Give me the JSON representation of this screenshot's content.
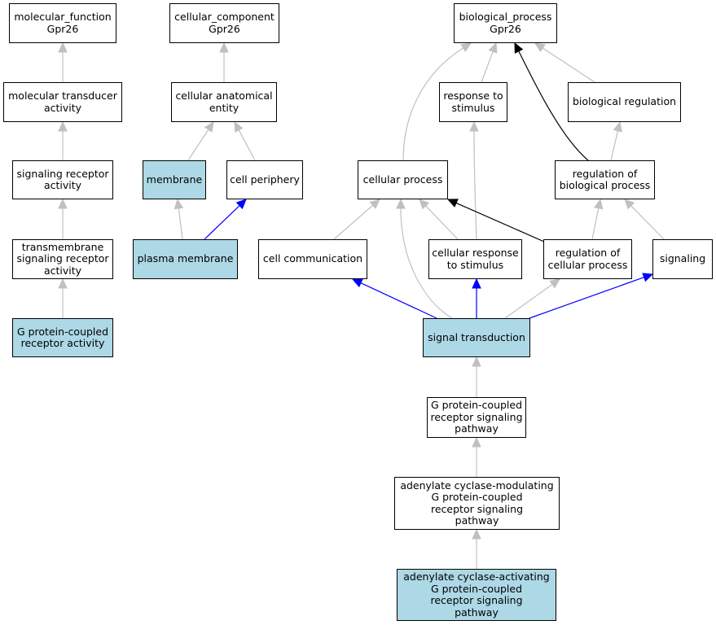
{
  "colors": {
    "highlight_fill": "#add8e6",
    "edge_default": "#c0c0c0",
    "edge_black": "#000000",
    "edge_blue": "#0000ff"
  },
  "nodes": {
    "mf_root": {
      "label": "molecular_function\nGpr26",
      "highlighted": false
    },
    "mol_transducer": {
      "label": "molecular transducer\nactivity",
      "highlighted": false
    },
    "sig_receptor": {
      "label": "signaling receptor\nactivity",
      "highlighted": false
    },
    "tm_sig_receptor": {
      "label": "transmembrane\nsignaling receptor\nactivity",
      "highlighted": false
    },
    "gpcr_activity": {
      "label": "G protein-coupled\nreceptor activity",
      "highlighted": true
    },
    "cc_root": {
      "label": "cellular_component\nGpr26",
      "highlighted": false
    },
    "cell_anat": {
      "label": "cellular anatomical\nentity",
      "highlighted": false
    },
    "membrane": {
      "label": "membrane",
      "highlighted": true
    },
    "cell_periphery": {
      "label": "cell periphery",
      "highlighted": false
    },
    "plasma_membrane": {
      "label": "plasma membrane",
      "highlighted": true
    },
    "bp_root": {
      "label": "biological_process\nGpr26",
      "highlighted": false
    },
    "resp_stimulus": {
      "label": "response to\nstimulus",
      "highlighted": false
    },
    "bio_reg": {
      "label": "biological regulation",
      "highlighted": false
    },
    "cell_process": {
      "label": "cellular process",
      "highlighted": false
    },
    "reg_bio": {
      "label": "regulation of\nbiological process",
      "highlighted": false
    },
    "cell_comm": {
      "label": "cell communication",
      "highlighted": false
    },
    "cell_resp": {
      "label": "cellular response\nto stimulus",
      "highlighted": false
    },
    "reg_cell": {
      "label": "regulation of\ncellular process",
      "highlighted": false
    },
    "signaling": {
      "label": "signaling",
      "highlighted": false
    },
    "sig_trans": {
      "label": "signal transduction",
      "highlighted": true
    },
    "gpcr_path": {
      "label": "G protein-coupled\nreceptor signaling\npathway",
      "highlighted": false
    },
    "ac_mod": {
      "label": "adenylate cyclase-modulating\nG protein-coupled\nreceptor signaling\npathway",
      "highlighted": false
    },
    "ac_act": {
      "label": "adenylate cyclase-activating\nG protein-coupled\nreceptor signaling\npathway",
      "highlighted": true
    }
  },
  "edges": [
    {
      "from": "mol_transducer",
      "to": "mf_root",
      "color": "gray"
    },
    {
      "from": "sig_receptor",
      "to": "mol_transducer",
      "color": "gray"
    },
    {
      "from": "tm_sig_receptor",
      "to": "sig_receptor",
      "color": "gray"
    },
    {
      "from": "gpcr_activity",
      "to": "tm_sig_receptor",
      "color": "gray"
    },
    {
      "from": "cell_anat",
      "to": "cc_root",
      "color": "gray"
    },
    {
      "from": "membrane",
      "to": "cell_anat",
      "color": "gray"
    },
    {
      "from": "cell_periphery",
      "to": "cell_anat",
      "color": "gray"
    },
    {
      "from": "plasma_membrane",
      "to": "membrane",
      "color": "gray"
    },
    {
      "from": "plasma_membrane",
      "to": "cell_periphery",
      "color": "blue"
    },
    {
      "from": "resp_stimulus",
      "to": "bp_root",
      "color": "gray"
    },
    {
      "from": "bio_reg",
      "to": "bp_root",
      "color": "gray"
    },
    {
      "from": "cell_process",
      "to": "bp_root",
      "color": "gray"
    },
    {
      "from": "reg_bio",
      "to": "bp_root",
      "color": "black"
    },
    {
      "from": "reg_bio",
      "to": "bio_reg",
      "color": "gray"
    },
    {
      "from": "cell_comm",
      "to": "cell_process",
      "color": "gray"
    },
    {
      "from": "cell_resp",
      "to": "cell_process",
      "color": "gray"
    },
    {
      "from": "cell_resp",
      "to": "resp_stimulus",
      "color": "gray"
    },
    {
      "from": "reg_cell",
      "to": "cell_process",
      "color": "black"
    },
    {
      "from": "reg_cell",
      "to": "reg_bio",
      "color": "gray"
    },
    {
      "from": "signaling",
      "to": "reg_bio",
      "color": "gray"
    },
    {
      "from": "sig_trans",
      "to": "cell_comm",
      "color": "blue"
    },
    {
      "from": "sig_trans",
      "to": "cell_process",
      "color": "gray"
    },
    {
      "from": "sig_trans",
      "to": "cell_resp",
      "color": "blue"
    },
    {
      "from": "sig_trans",
      "to": "reg_cell",
      "color": "gray"
    },
    {
      "from": "sig_trans",
      "to": "signaling",
      "color": "blue"
    },
    {
      "from": "gpcr_path",
      "to": "sig_trans",
      "color": "gray"
    },
    {
      "from": "ac_mod",
      "to": "gpcr_path",
      "color": "gray"
    },
    {
      "from": "ac_act",
      "to": "ac_mod",
      "color": "gray"
    }
  ]
}
